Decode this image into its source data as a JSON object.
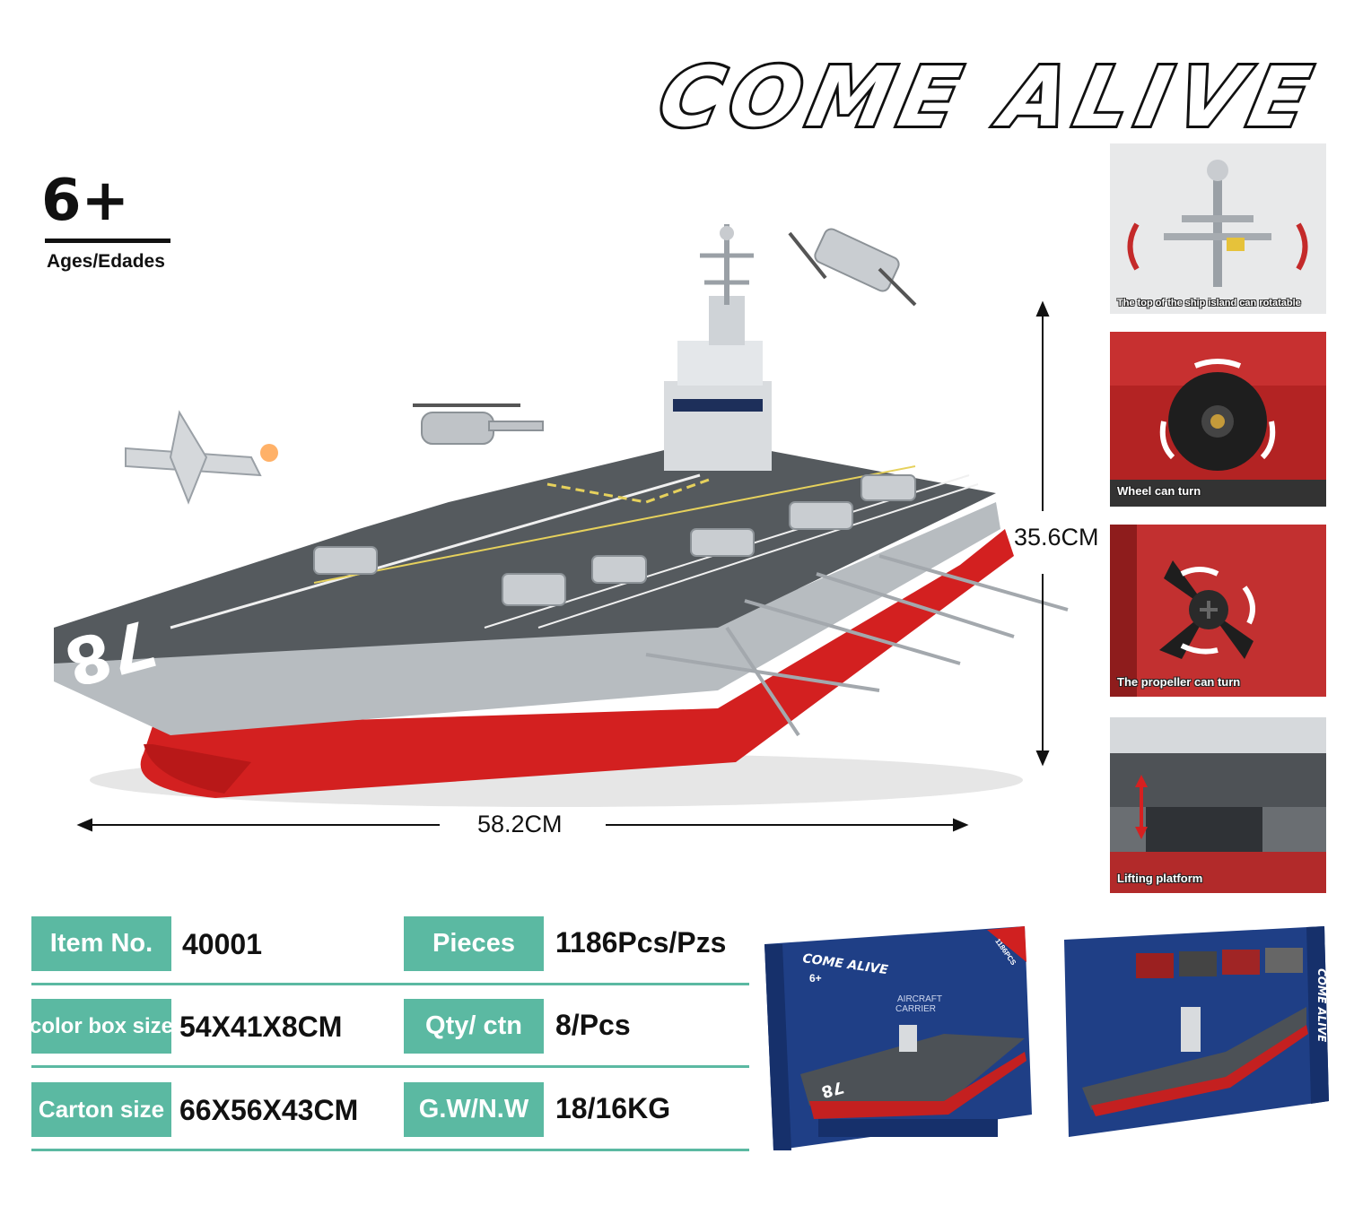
{
  "title": "COME ALIVE",
  "age": {
    "number": "6+",
    "label": "Ages/Edades"
  },
  "dimensions": {
    "height": "35.6CM",
    "width": "58.2CM"
  },
  "hull_number": "78",
  "features": [
    {
      "caption": "The top of the ship island can rotatable"
    },
    {
      "caption": "Wheel can turn"
    },
    {
      "caption": "The propeller can turn"
    },
    {
      "caption": "Lifting platform"
    }
  ],
  "specs": [
    {
      "label": "Item No.",
      "value": "40001"
    },
    {
      "label": "Pieces",
      "value": "1186Pcs/Pzs"
    },
    {
      "label": "color box size",
      "value": "54X41X8CM"
    },
    {
      "label": "Qty/ ctn",
      "value": "8/Pcs"
    },
    {
      "label": "Carton size",
      "value": "66X56X43CM"
    },
    {
      "label": "G.W/N.W",
      "value": "18/16KG"
    }
  ],
  "box_front": {
    "brand": "COME ALIVE",
    "age": "6+",
    "heading_line1": "AIRCRAFT",
    "heading_line2": "CARRIER",
    "pieces_badge": "1186PCS",
    "hull": "78"
  },
  "box_back": {
    "brand": "COME ALIVE"
  },
  "colors": {
    "accent": "#5bb9a2",
    "hull_red": "#d32020",
    "deck_gray": "#555a5e",
    "box_blue": "#1f3f86"
  }
}
